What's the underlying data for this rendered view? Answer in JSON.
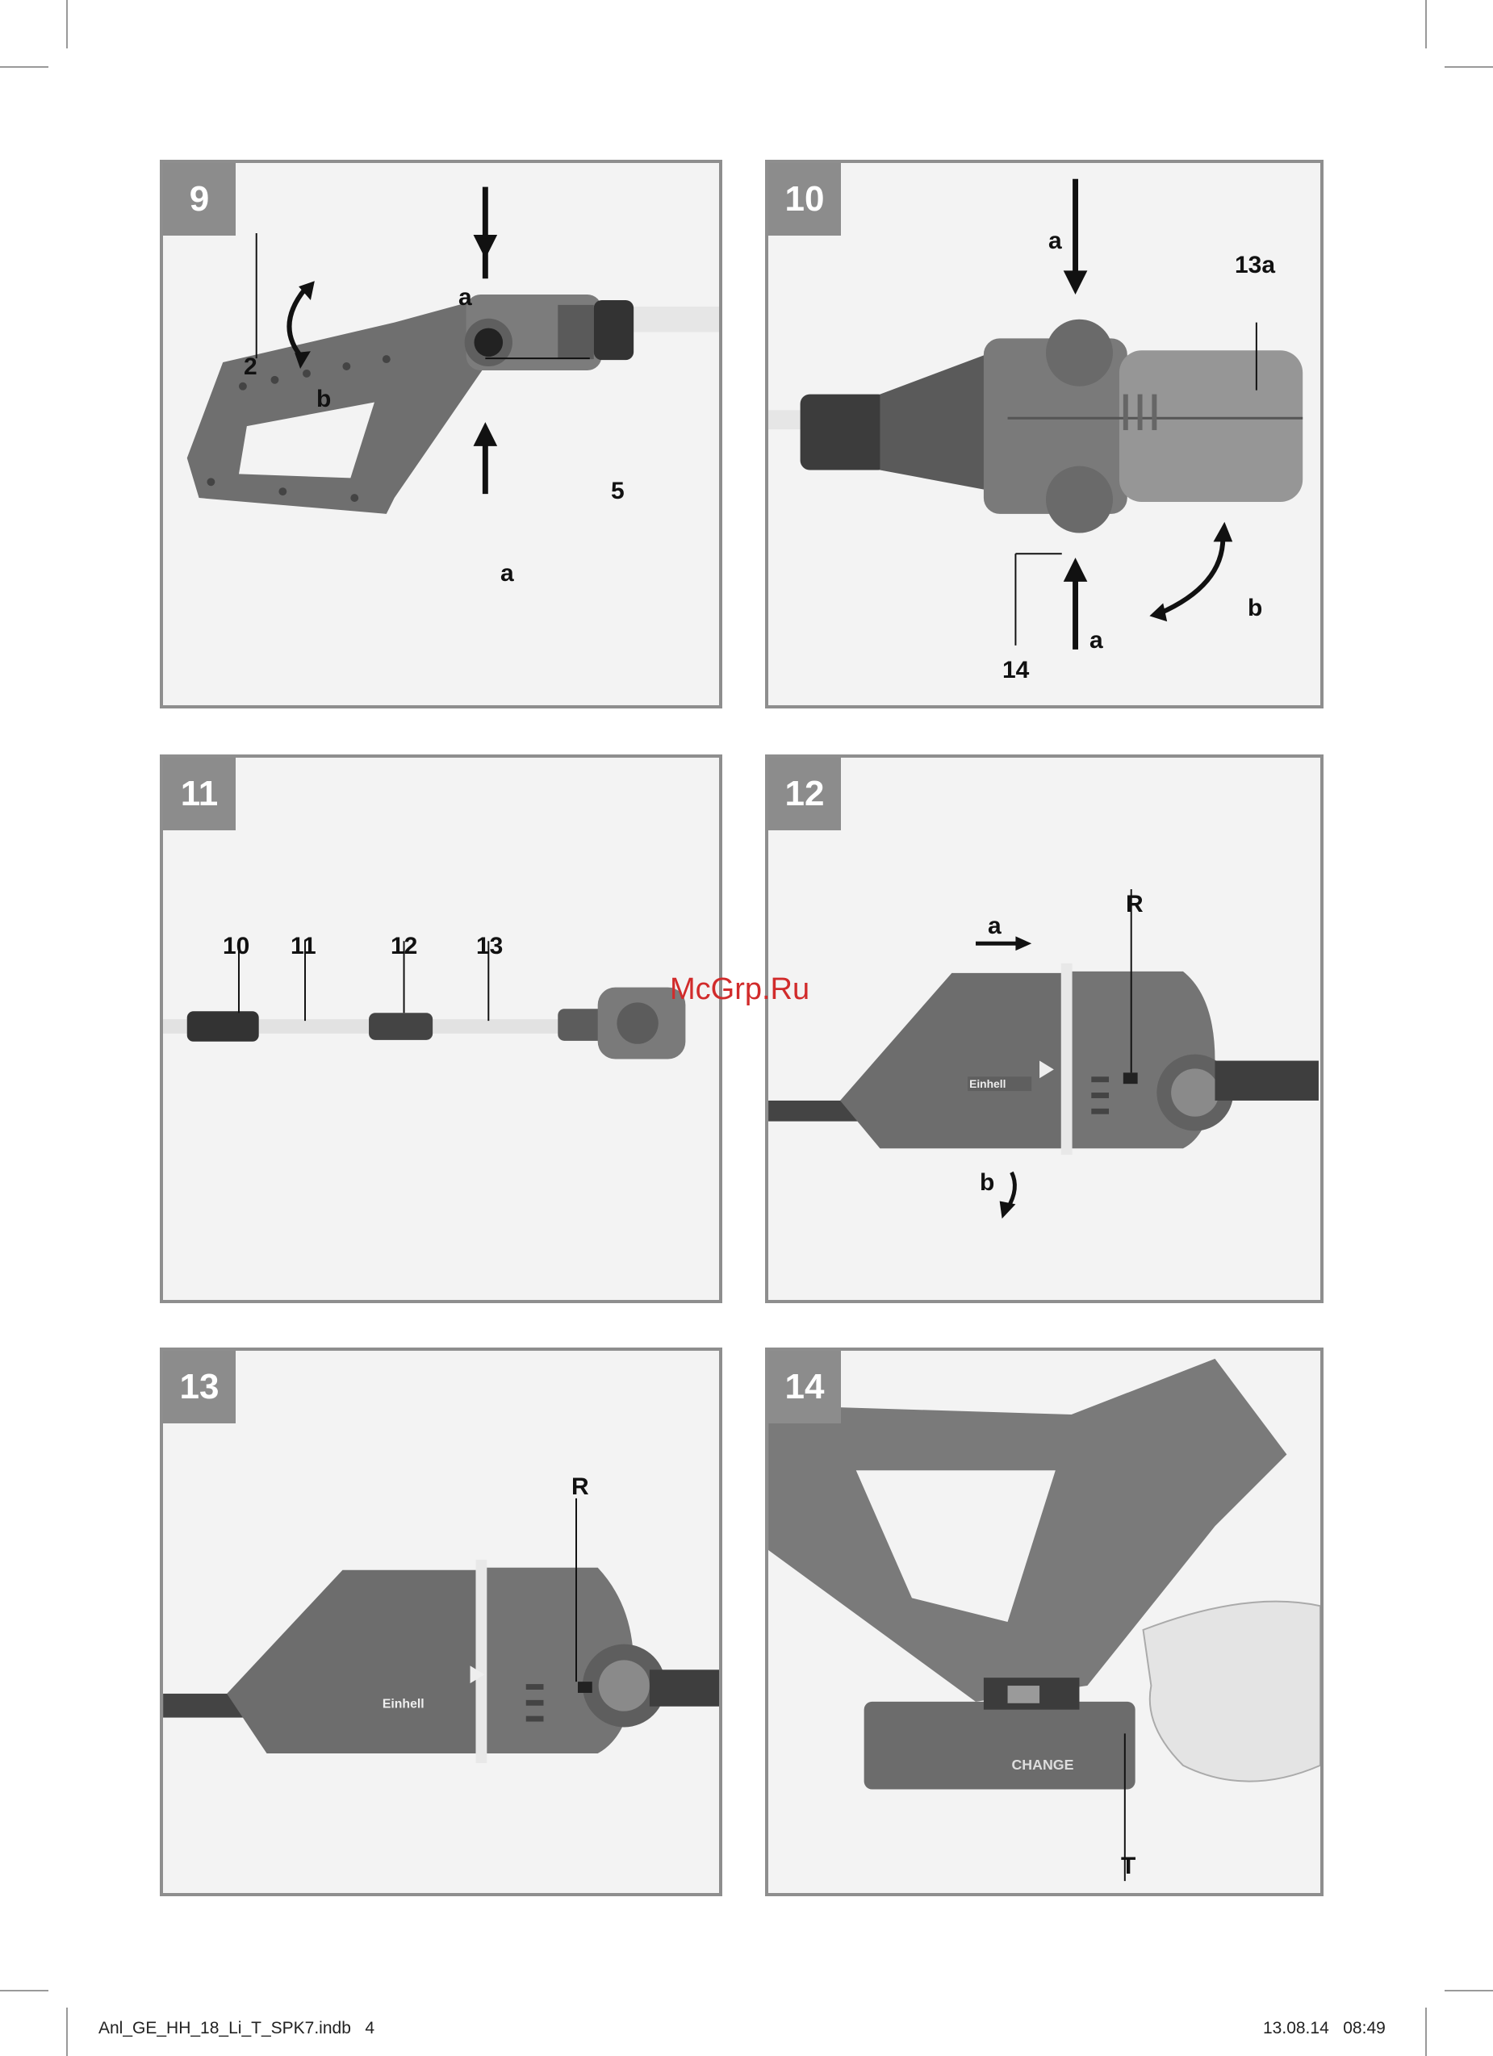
{
  "panels": [
    {
      "number": "9",
      "labels": [
        "a",
        "2",
        "b",
        "5",
        "a"
      ]
    },
    {
      "number": "10",
      "labels": [
        "a",
        "13a",
        "14",
        "a",
        "b"
      ]
    },
    {
      "number": "11",
      "labels": [
        "10",
        "11",
        "12",
        "13"
      ]
    },
    {
      "number": "12",
      "labels": [
        "R",
        "a",
        "b"
      ]
    },
    {
      "number": "13",
      "labels": [
        "R"
      ]
    },
    {
      "number": "14",
      "labels": [
        "T"
      ]
    }
  ],
  "product_brand": "Einhell",
  "battery_text": "CHANGE",
  "watermark": "McGrp.Ru",
  "footer": {
    "file": "Anl_GE_HH_18_Li_T_SPK7.indb   4",
    "timestamp": "13.08.14   08:49"
  },
  "colors": {
    "panel_border": "#8e8e8e",
    "number_box": "#8c8c8c",
    "watermark": "#d12b2b"
  }
}
